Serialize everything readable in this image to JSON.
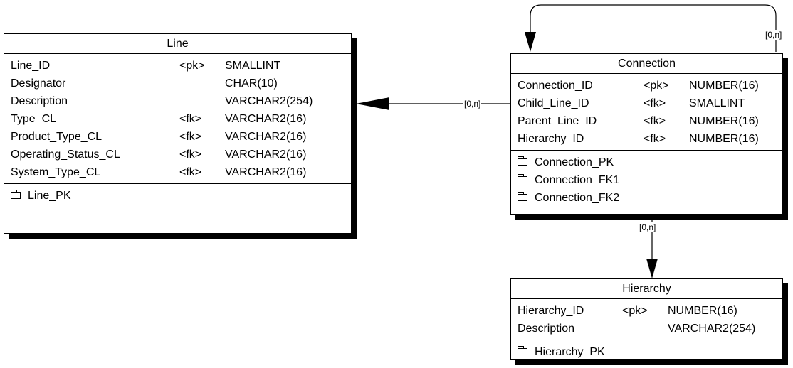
{
  "entities": {
    "line": {
      "title": "Line",
      "attributes": [
        {
          "name": "Line_ID",
          "key": "<pk>",
          "type": "SMALLINT"
        },
        {
          "name": "Designator",
          "key": "",
          "type": "CHAR(10)"
        },
        {
          "name": "Description",
          "key": "",
          "type": "VARCHAR2(254)"
        },
        {
          "name": "Type_CL",
          "key": "<fk>",
          "type": "VARCHAR2(16)"
        },
        {
          "name": "Product_Type_CL",
          "key": "<fk>",
          "type": "VARCHAR2(16)"
        },
        {
          "name": "Operating_Status_CL",
          "key": "<fk>",
          "type": "VARCHAR2(16)"
        },
        {
          "name": "System_Type_CL",
          "key": "<fk>",
          "type": "VARCHAR2(16)"
        }
      ],
      "keys": [
        "Line_PK"
      ]
    },
    "connection": {
      "title": "Connection",
      "attributes": [
        {
          "name": "Connection_ID",
          "key": "<pk>",
          "type": "NUMBER(16)"
        },
        {
          "name": "Child_Line_ID",
          "key": "<fk>",
          "type": "SMALLINT"
        },
        {
          "name": "Parent_Line_ID",
          "key": "<fk>",
          "type": "NUMBER(16)"
        },
        {
          "name": "Hierarchy_ID",
          "key": "<fk>",
          "type": "NUMBER(16)"
        }
      ],
      "keys": [
        "Connection_PK",
        "Connection_FK1",
        "Connection_FK2"
      ]
    },
    "hierarchy": {
      "title": "Hierarchy",
      "attributes": [
        {
          "name": "Hierarchy_ID",
          "key": "<pk>",
          "type": "NUMBER(16)"
        },
        {
          "name": "Description",
          "key": "",
          "type": "VARCHAR2(254)"
        }
      ],
      "keys": [
        "Hierarchy_PK"
      ]
    }
  },
  "relationships": [
    {
      "from": "Connection",
      "to": "Line",
      "cardinality": "[0,n]"
    },
    {
      "from": "Connection",
      "to": "Connection",
      "cardinality": "[0,n]"
    },
    {
      "from": "Connection",
      "to": "Hierarchy",
      "cardinality": "[0,n]"
    }
  ]
}
